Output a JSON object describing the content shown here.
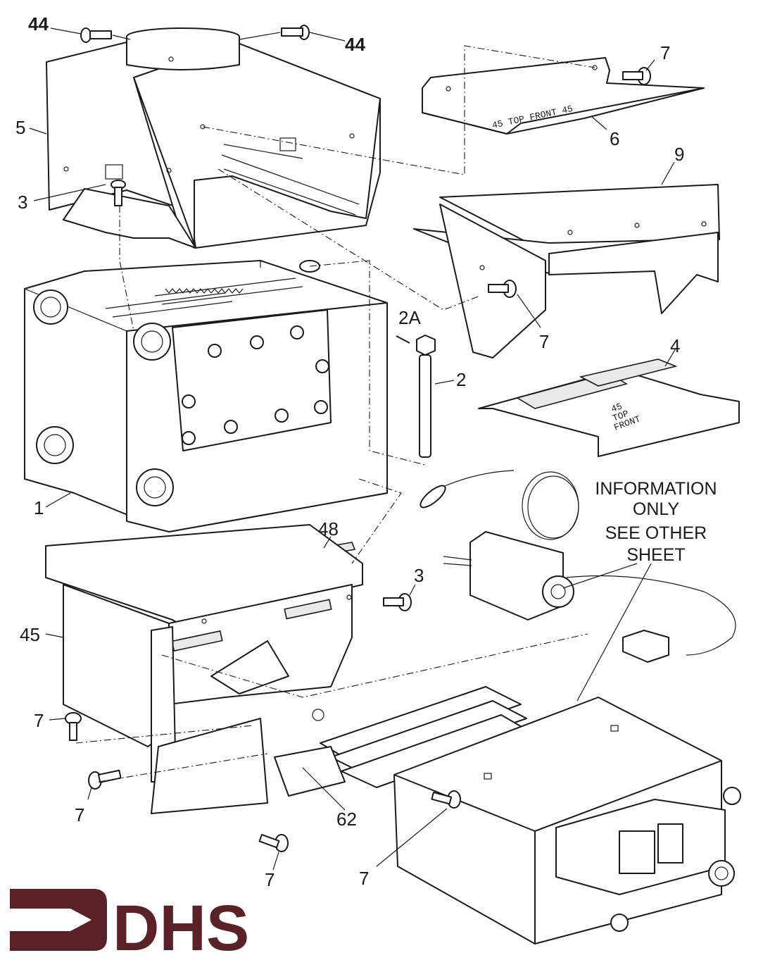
{
  "diagram": {
    "title": "Exploded parts diagram - boiler heat exchanger assembly",
    "part_labels": [
      {
        "id": "label-44-left",
        "text": "44"
      },
      {
        "id": "label-44-right",
        "text": "44"
      },
      {
        "id": "label-5",
        "text": "5"
      },
      {
        "id": "label-3-top",
        "text": "3"
      },
      {
        "id": "label-7-top",
        "text": "7"
      },
      {
        "id": "label-6",
        "text": "6"
      },
      {
        "id": "label-9",
        "text": "9"
      },
      {
        "id": "label-7-mid",
        "text": "7"
      },
      {
        "id": "label-2A",
        "text": "2A"
      },
      {
        "id": "label-2",
        "text": "2"
      },
      {
        "id": "label-4",
        "text": "4"
      },
      {
        "id": "label-1",
        "text": "1"
      },
      {
        "id": "label-48",
        "text": "48"
      },
      {
        "id": "label-3-bottom",
        "text": "3"
      },
      {
        "id": "label-45",
        "text": "45"
      },
      {
        "id": "label-7-left",
        "text": "7"
      },
      {
        "id": "label-7-lower-left",
        "text": "7"
      },
      {
        "id": "label-62",
        "text": "62"
      },
      {
        "id": "label-7-bottom",
        "text": "7"
      },
      {
        "id": "label-7-bottom-right",
        "text": "7"
      }
    ],
    "note_lines": [
      "INFORMATION",
      "ONLY",
      "SEE OTHER",
      "SHEET"
    ],
    "stamps": {
      "part6": "45 TOP   FRONT 45",
      "part4_line1": "45",
      "part4_line2": "TOP",
      "part4_line3": "FRONT"
    }
  },
  "logo": {
    "text": "DHS",
    "color": "#5a2226"
  }
}
